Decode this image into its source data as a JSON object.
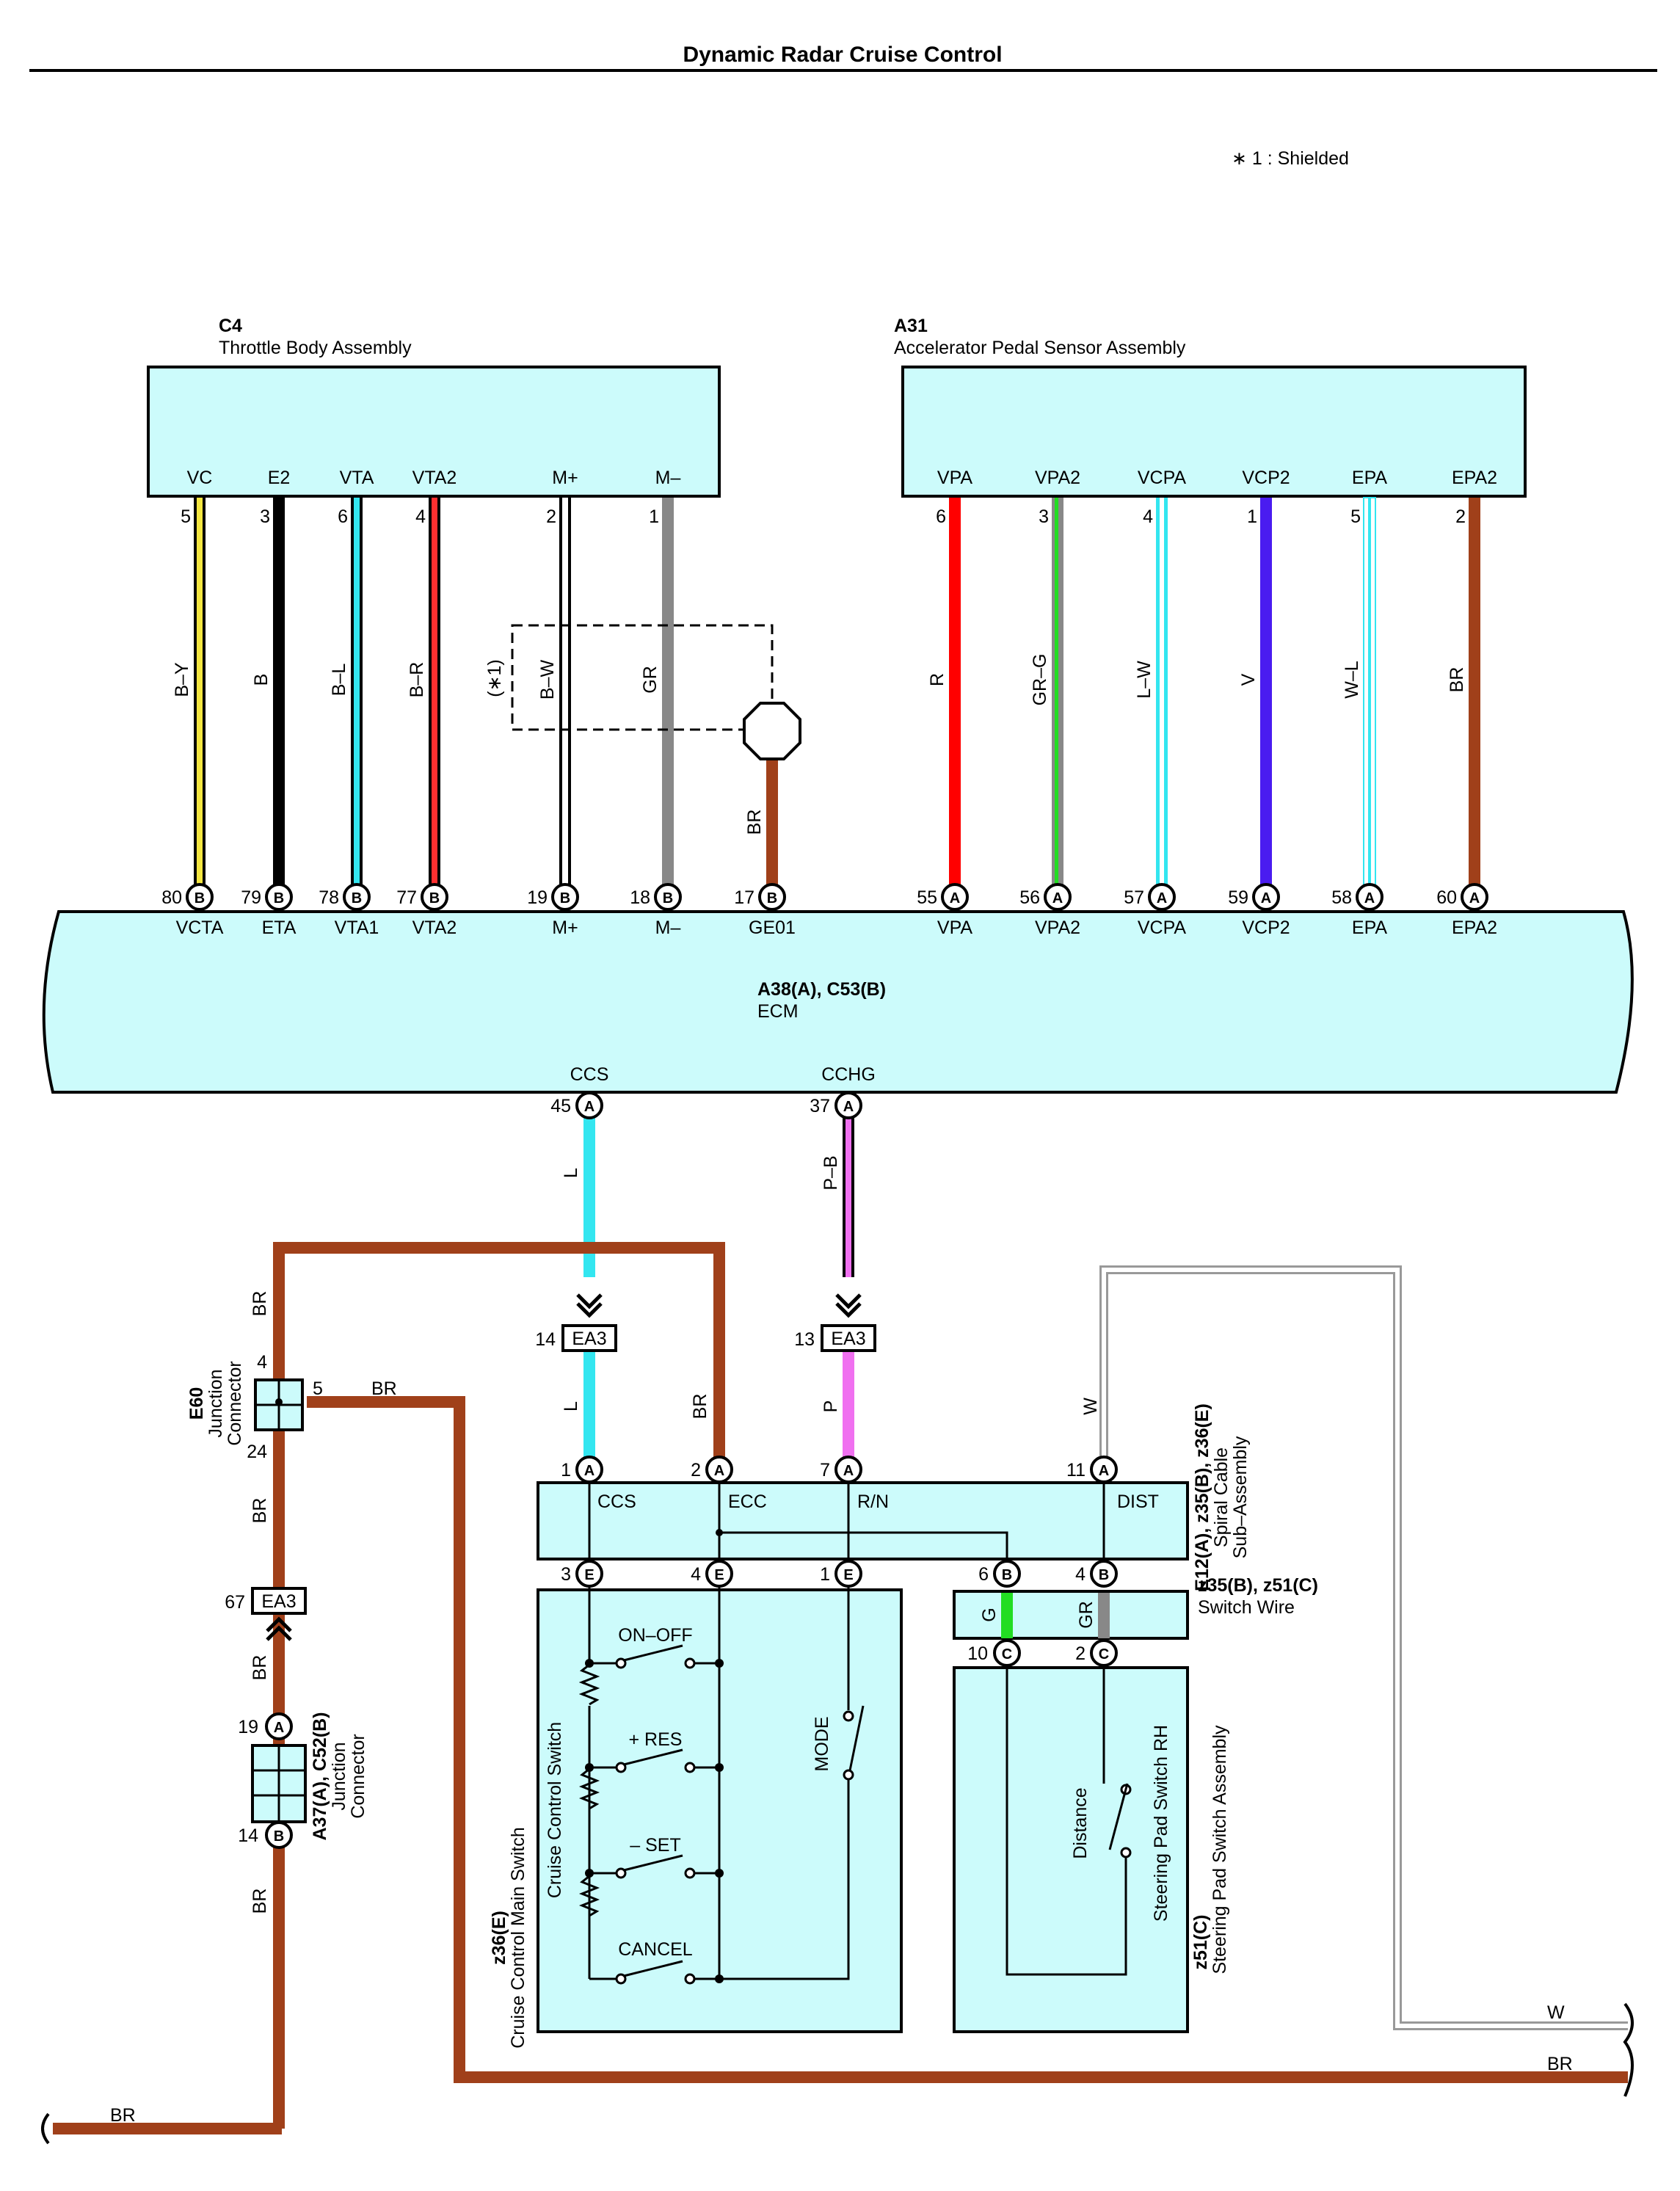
{
  "title": "Dynamic Radar Cruise Control",
  "note": "∗ 1 : Shielded",
  "shield_marker": "(∗1)",
  "throttle": {
    "code": "C4",
    "name": "Throttle Body Assembly",
    "pins": [
      {
        "name": "VC",
        "num": "5",
        "wire": "B–Y",
        "ecm_pin": "80",
        "ecm_conn": "B",
        "ecm_name": "VCTA"
      },
      {
        "name": "E2",
        "num": "3",
        "wire": "B",
        "ecm_pin": "79",
        "ecm_conn": "B",
        "ecm_name": "ETA"
      },
      {
        "name": "VTA",
        "num": "6",
        "wire": "B–L",
        "ecm_pin": "78",
        "ecm_conn": "B",
        "ecm_name": "VTA1"
      },
      {
        "name": "VTA2",
        "num": "4",
        "wire": "B–R",
        "ecm_pin": "77",
        "ecm_conn": "B",
        "ecm_name": "VTA2"
      },
      {
        "name": "M+",
        "num": "2",
        "wire": "B–W",
        "ecm_pin": "19",
        "ecm_conn": "B",
        "ecm_name": "M+"
      },
      {
        "name": "M–",
        "num": "1",
        "wire": "GR",
        "ecm_pin": "18",
        "ecm_conn": "B",
        "ecm_name": "M–"
      }
    ]
  },
  "ge01": {
    "wire": "BR",
    "ecm_pin": "17",
    "ecm_conn": "B",
    "ecm_name": "GE01"
  },
  "accel": {
    "code": "A31",
    "name": "Accelerator Pedal Sensor Assembly",
    "pins": [
      {
        "name": "VPA",
        "num": "6",
        "wire": "R",
        "ecm_pin": "55",
        "ecm_conn": "A",
        "ecm_name": "VPA"
      },
      {
        "name": "VPA2",
        "num": "3",
        "wire": "GR–G",
        "ecm_pin": "56",
        "ecm_conn": "A",
        "ecm_name": "VPA2"
      },
      {
        "name": "VCPA",
        "num": "4",
        "wire": "L–W",
        "ecm_pin": "57",
        "ecm_conn": "A",
        "ecm_name": "VCPA"
      },
      {
        "name": "VCP2",
        "num": "1",
        "wire": "V",
        "ecm_pin": "59",
        "ecm_conn": "A",
        "ecm_name": "VCP2"
      },
      {
        "name": "EPA",
        "num": "5",
        "wire": "W–L",
        "ecm_pin": "58",
        "ecm_conn": "A",
        "ecm_name": "EPA"
      },
      {
        "name": "EPA2",
        "num": "2",
        "wire": "BR",
        "ecm_pin": "60",
        "ecm_conn": "A",
        "ecm_name": "EPA2"
      }
    ]
  },
  "ecm": {
    "code": "A38(A), C53(B)",
    "name": "ECM",
    "ccs": {
      "name": "CCS",
      "pin": "45",
      "conn": "A",
      "wire": "L"
    },
    "cchg": {
      "name": "CCHG",
      "pin": "37",
      "conn": "A",
      "wire": "P–B"
    }
  },
  "ea3_top": [
    {
      "pin": "14",
      "name": "EA3",
      "wire_below": "L"
    },
    {
      "pin": "13",
      "name": "EA3",
      "wire_below": "P"
    }
  ],
  "junction_e60": {
    "code": "E60",
    "name1": "Junction",
    "name2": "Connector",
    "pin_top": "4",
    "pin_right": "5",
    "pin_bottom": "24",
    "wire_top": "BR",
    "wire_right": "BR",
    "wire_bottom": "BR"
  },
  "ea3_left": {
    "pin": "67",
    "name": "EA3",
    "wire_below": "BR"
  },
  "junction_a37": {
    "code": "A37(A), C52(B)",
    "name1": "Junction",
    "name2": "Connector",
    "pin_top": "19",
    "conn_top": "A",
    "pin_bottom": "14",
    "conn_bottom": "B",
    "wire_bottom": "BR"
  },
  "wire_ecc": "BR",
  "wire_dist": "W",
  "spiral": {
    "code": "E12(A), z35(B), z36(E)",
    "name1": "Spiral Cable",
    "name2": "Sub–Assembly",
    "top_pins": [
      {
        "num": "1",
        "conn": "A",
        "name": "CCS"
      },
      {
        "num": "2",
        "conn": "A",
        "name": "ECC"
      },
      {
        "num": "7",
        "conn": "A",
        "name": "R/N"
      },
      {
        "num": "11",
        "conn": "A",
        "name": "DIST"
      }
    ],
    "bottom_pins": [
      {
        "num": "3",
        "conn": "E"
      },
      {
        "num": "4",
        "conn": "E"
      },
      {
        "num": "1",
        "conn": "E"
      },
      {
        "num": "6",
        "conn": "B"
      },
      {
        "num": "4",
        "conn": "B"
      }
    ]
  },
  "switch_wire": {
    "code": "z35(B), z51(C)",
    "name": "Switch Wire",
    "wire_g": "G",
    "wire_gr": "GR",
    "pin_left": "10",
    "pin_right": "2",
    "conn": "C"
  },
  "main_switch": {
    "code": "z36(E)",
    "name": "Cruise Control Main Switch",
    "sub": "Cruise Control Switch",
    "switches": [
      "ON–OFF",
      "+ RES",
      "– SET",
      "CANCEL"
    ],
    "mode": "MODE"
  },
  "pad_switch": {
    "code": "z51(C)",
    "name": "Steering Pad Switch Assembly",
    "sub": "Steering Pad Switch RH",
    "switch": "Distance"
  },
  "bottom_wires": {
    "w": "W",
    "br_right": "BR",
    "br_left": "BR"
  },
  "colors": {
    "box_fill": "#ccfbfb",
    "brown": "#a0401a",
    "cyan": "#33e6f0",
    "pink": "#f070f0",
    "red": "#ff0000",
    "violet": "#4a1cf0",
    "gray": "#888888",
    "green": "#22dd22",
    "yellow": "#f4e640"
  }
}
